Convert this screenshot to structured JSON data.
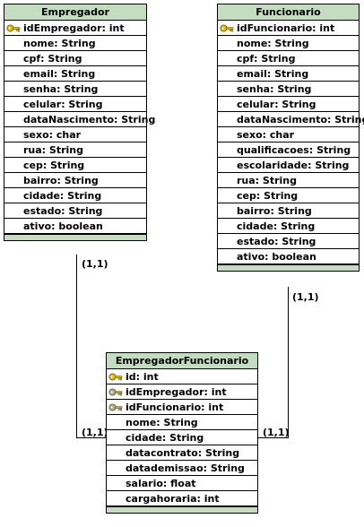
{
  "entities": {
    "empregador": {
      "title": "Empregador",
      "fields": [
        {
          "label": "idEmpregador: int",
          "key": "pk"
        },
        {
          "label": "nome: String",
          "key": ""
        },
        {
          "label": "cpf: String",
          "key": ""
        },
        {
          "label": "email: String",
          "key": ""
        },
        {
          "label": "senha: String",
          "key": ""
        },
        {
          "label": "celular: String",
          "key": ""
        },
        {
          "label": "dataNascimento: String",
          "key": ""
        },
        {
          "label": "sexo: char",
          "key": ""
        },
        {
          "label": "rua: String",
          "key": ""
        },
        {
          "label": "cep: String",
          "key": ""
        },
        {
          "label": "bairro: String",
          "key": ""
        },
        {
          "label": "cidade: String",
          "key": ""
        },
        {
          "label": "estado: String",
          "key": ""
        },
        {
          "label": "ativo: boolean",
          "key": ""
        }
      ]
    },
    "funcionario": {
      "title": "Funcionario",
      "fields": [
        {
          "label": "idFuncionario: int",
          "key": "pk"
        },
        {
          "label": "nome: String",
          "key": ""
        },
        {
          "label": "cpf: String",
          "key": ""
        },
        {
          "label": "email: String",
          "key": ""
        },
        {
          "label": "senha: String",
          "key": ""
        },
        {
          "label": "celular: String",
          "key": ""
        },
        {
          "label": "dataNascimento: String",
          "key": ""
        },
        {
          "label": "sexo: char",
          "key": ""
        },
        {
          "label": "qualificacoes: String",
          "key": ""
        },
        {
          "label": "escolaridade: String",
          "key": ""
        },
        {
          "label": "rua: String",
          "key": ""
        },
        {
          "label": "cep: String",
          "key": ""
        },
        {
          "label": "bairro: String",
          "key": ""
        },
        {
          "label": "cidade: String",
          "key": ""
        },
        {
          "label": "estado: String",
          "key": ""
        },
        {
          "label": "ativo: boolean",
          "key": ""
        }
      ]
    },
    "empregadorFuncionario": {
      "title": "EmpregadorFuncionario",
      "fields": [
        {
          "label": "id: int",
          "key": "pk"
        },
        {
          "label": "idEmpregador: int",
          "key": "fk"
        },
        {
          "label": "idFuncionario: int",
          "key": "fk"
        },
        {
          "label": "nome: String",
          "key": ""
        },
        {
          "label": "cidade: String",
          "key": ""
        },
        {
          "label": "datacontrato: String",
          "key": ""
        },
        {
          "label": "datademissao: String",
          "key": ""
        },
        {
          "label": "salario: float",
          "key": ""
        },
        {
          "label": "cargahoraria: int",
          "key": ""
        }
      ]
    }
  },
  "relationships": {
    "empregador_card_top": "(1,1)",
    "empregador_card_bottom": "(1,1)",
    "funcionario_card_top": "(1,1)",
    "funcionario_card_bottom": "(1,1)"
  },
  "colors": {
    "header_bg": "#c4dcc0",
    "pk_key": "#e8b800",
    "fk_key": "#a8a8a8"
  }
}
